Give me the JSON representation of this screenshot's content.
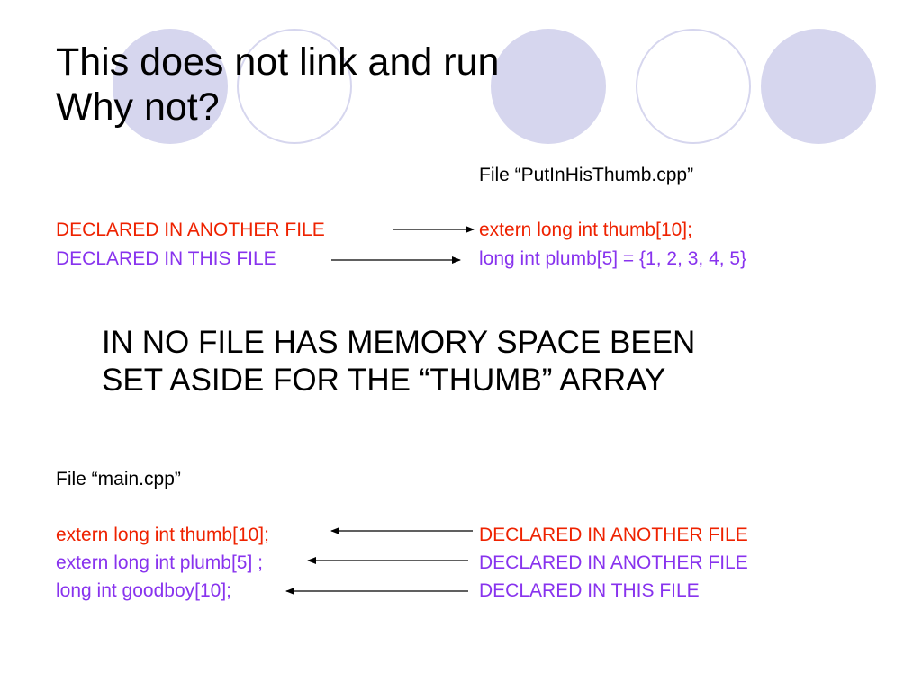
{
  "colors": {
    "red": "#ee2200",
    "purple": "#8833ee",
    "circle": "#d6d6ee"
  },
  "title": {
    "line1": "This does not link and run",
    "line2": "Why not?"
  },
  "file1": {
    "heading": "File “PutInHisThumb.cpp”",
    "rows": [
      {
        "label": "DECLARED IN ANOTHER FILE",
        "code": "extern long int thumb[10];"
      },
      {
        "label": "DECLARED IN THIS FILE",
        "code": "long int plumb[5] = {1, 2, 3, 4, 5}"
      }
    ]
  },
  "message": {
    "line1": "IN NO FILE HAS MEMORY SPACE BEEN",
    "line2": "SET ASIDE FOR THE “THUMB” ARRAY"
  },
  "file2": {
    "heading": "File “main.cpp”",
    "rows": [
      {
        "code": "extern long int thumb[10];",
        "label": "DECLARED IN ANOTHER FILE"
      },
      {
        "code": "extern long int plumb[5] ;",
        "label": "DECLARED IN ANOTHER FILE"
      },
      {
        "code": "long int goodboy[10];",
        "label": "DECLARED IN THIS FILE"
      }
    ]
  }
}
